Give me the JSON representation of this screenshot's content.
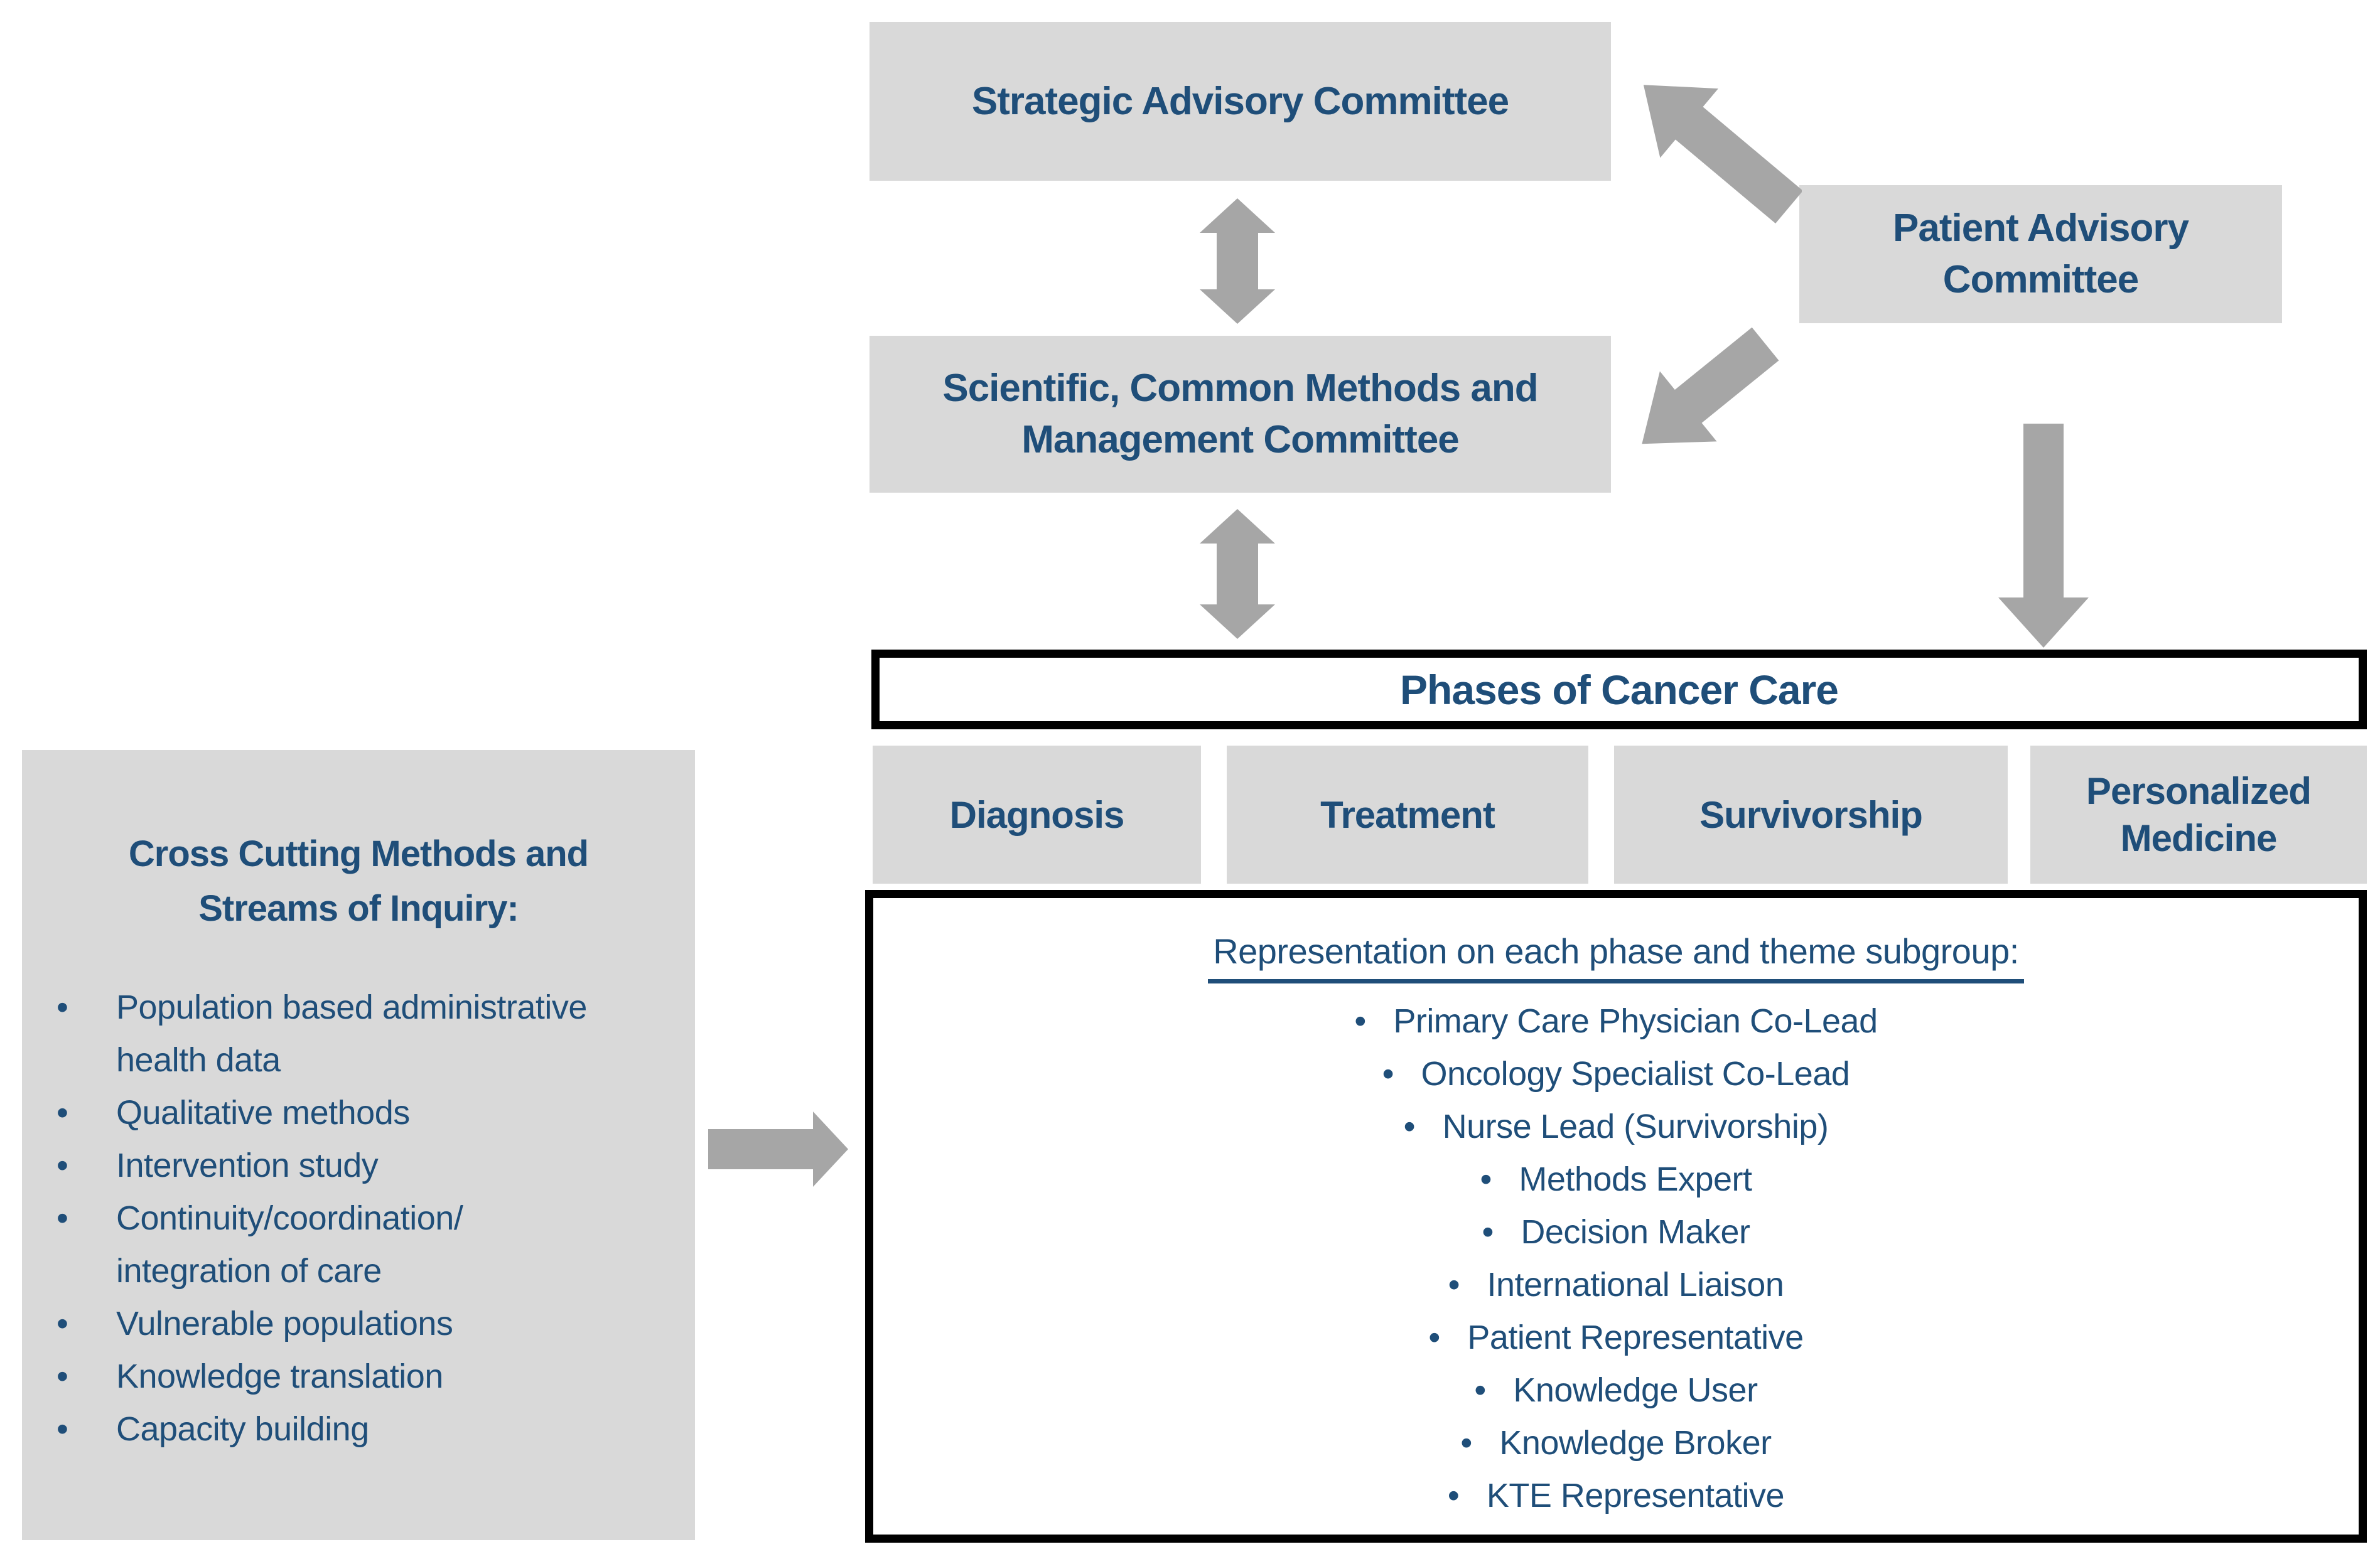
{
  "colors": {
    "box_fill": "#D9D9D9",
    "arrow": "#A6A6A6",
    "text_navy": "#1F4E79",
    "frame_border": "#000000"
  },
  "committees": {
    "strategic": "Strategic Advisory Committee",
    "scientific": "Scientific, Common Methods and\nManagement Committee",
    "patient": "Patient Advisory\nCommittee"
  },
  "phases_header": "Phases of Cancer Care",
  "phases": [
    "Diagnosis",
    "Treatment",
    "Survivorship",
    "Personalized\nMedicine"
  ],
  "representation": {
    "title": "Representation on each phase and theme subgroup:",
    "items": [
      "Primary Care Physician Co-Lead",
      "Oncology Specialist Co-Lead",
      "Nurse Lead (Survivorship)",
      "Methods Expert",
      "Decision Maker",
      "International Liaison",
      "Patient Representative",
      "Knowledge User",
      "Knowledge Broker",
      "KTE Representative"
    ]
  },
  "cross_cutting": {
    "title": "Cross Cutting Methods and\nStreams of Inquiry:",
    "items": [
      "Population based administrative\nhealth data",
      "Qualitative methods",
      "Intervention study",
      "Continuity/coordination/\nintegration of care",
      "Vulnerable populations",
      "Knowledge translation",
      "Capacity building"
    ]
  },
  "arrows": {
    "strategic_scientific": "double-vertical-arrow",
    "scientific_phases": "double-vertical-arrow",
    "patient_to_strategic": "up-left-arrow",
    "patient_to_scientific": "down-left-arrow",
    "patient_to_phases": "down-arrow",
    "crosscutting_to_representation": "right-arrow"
  }
}
